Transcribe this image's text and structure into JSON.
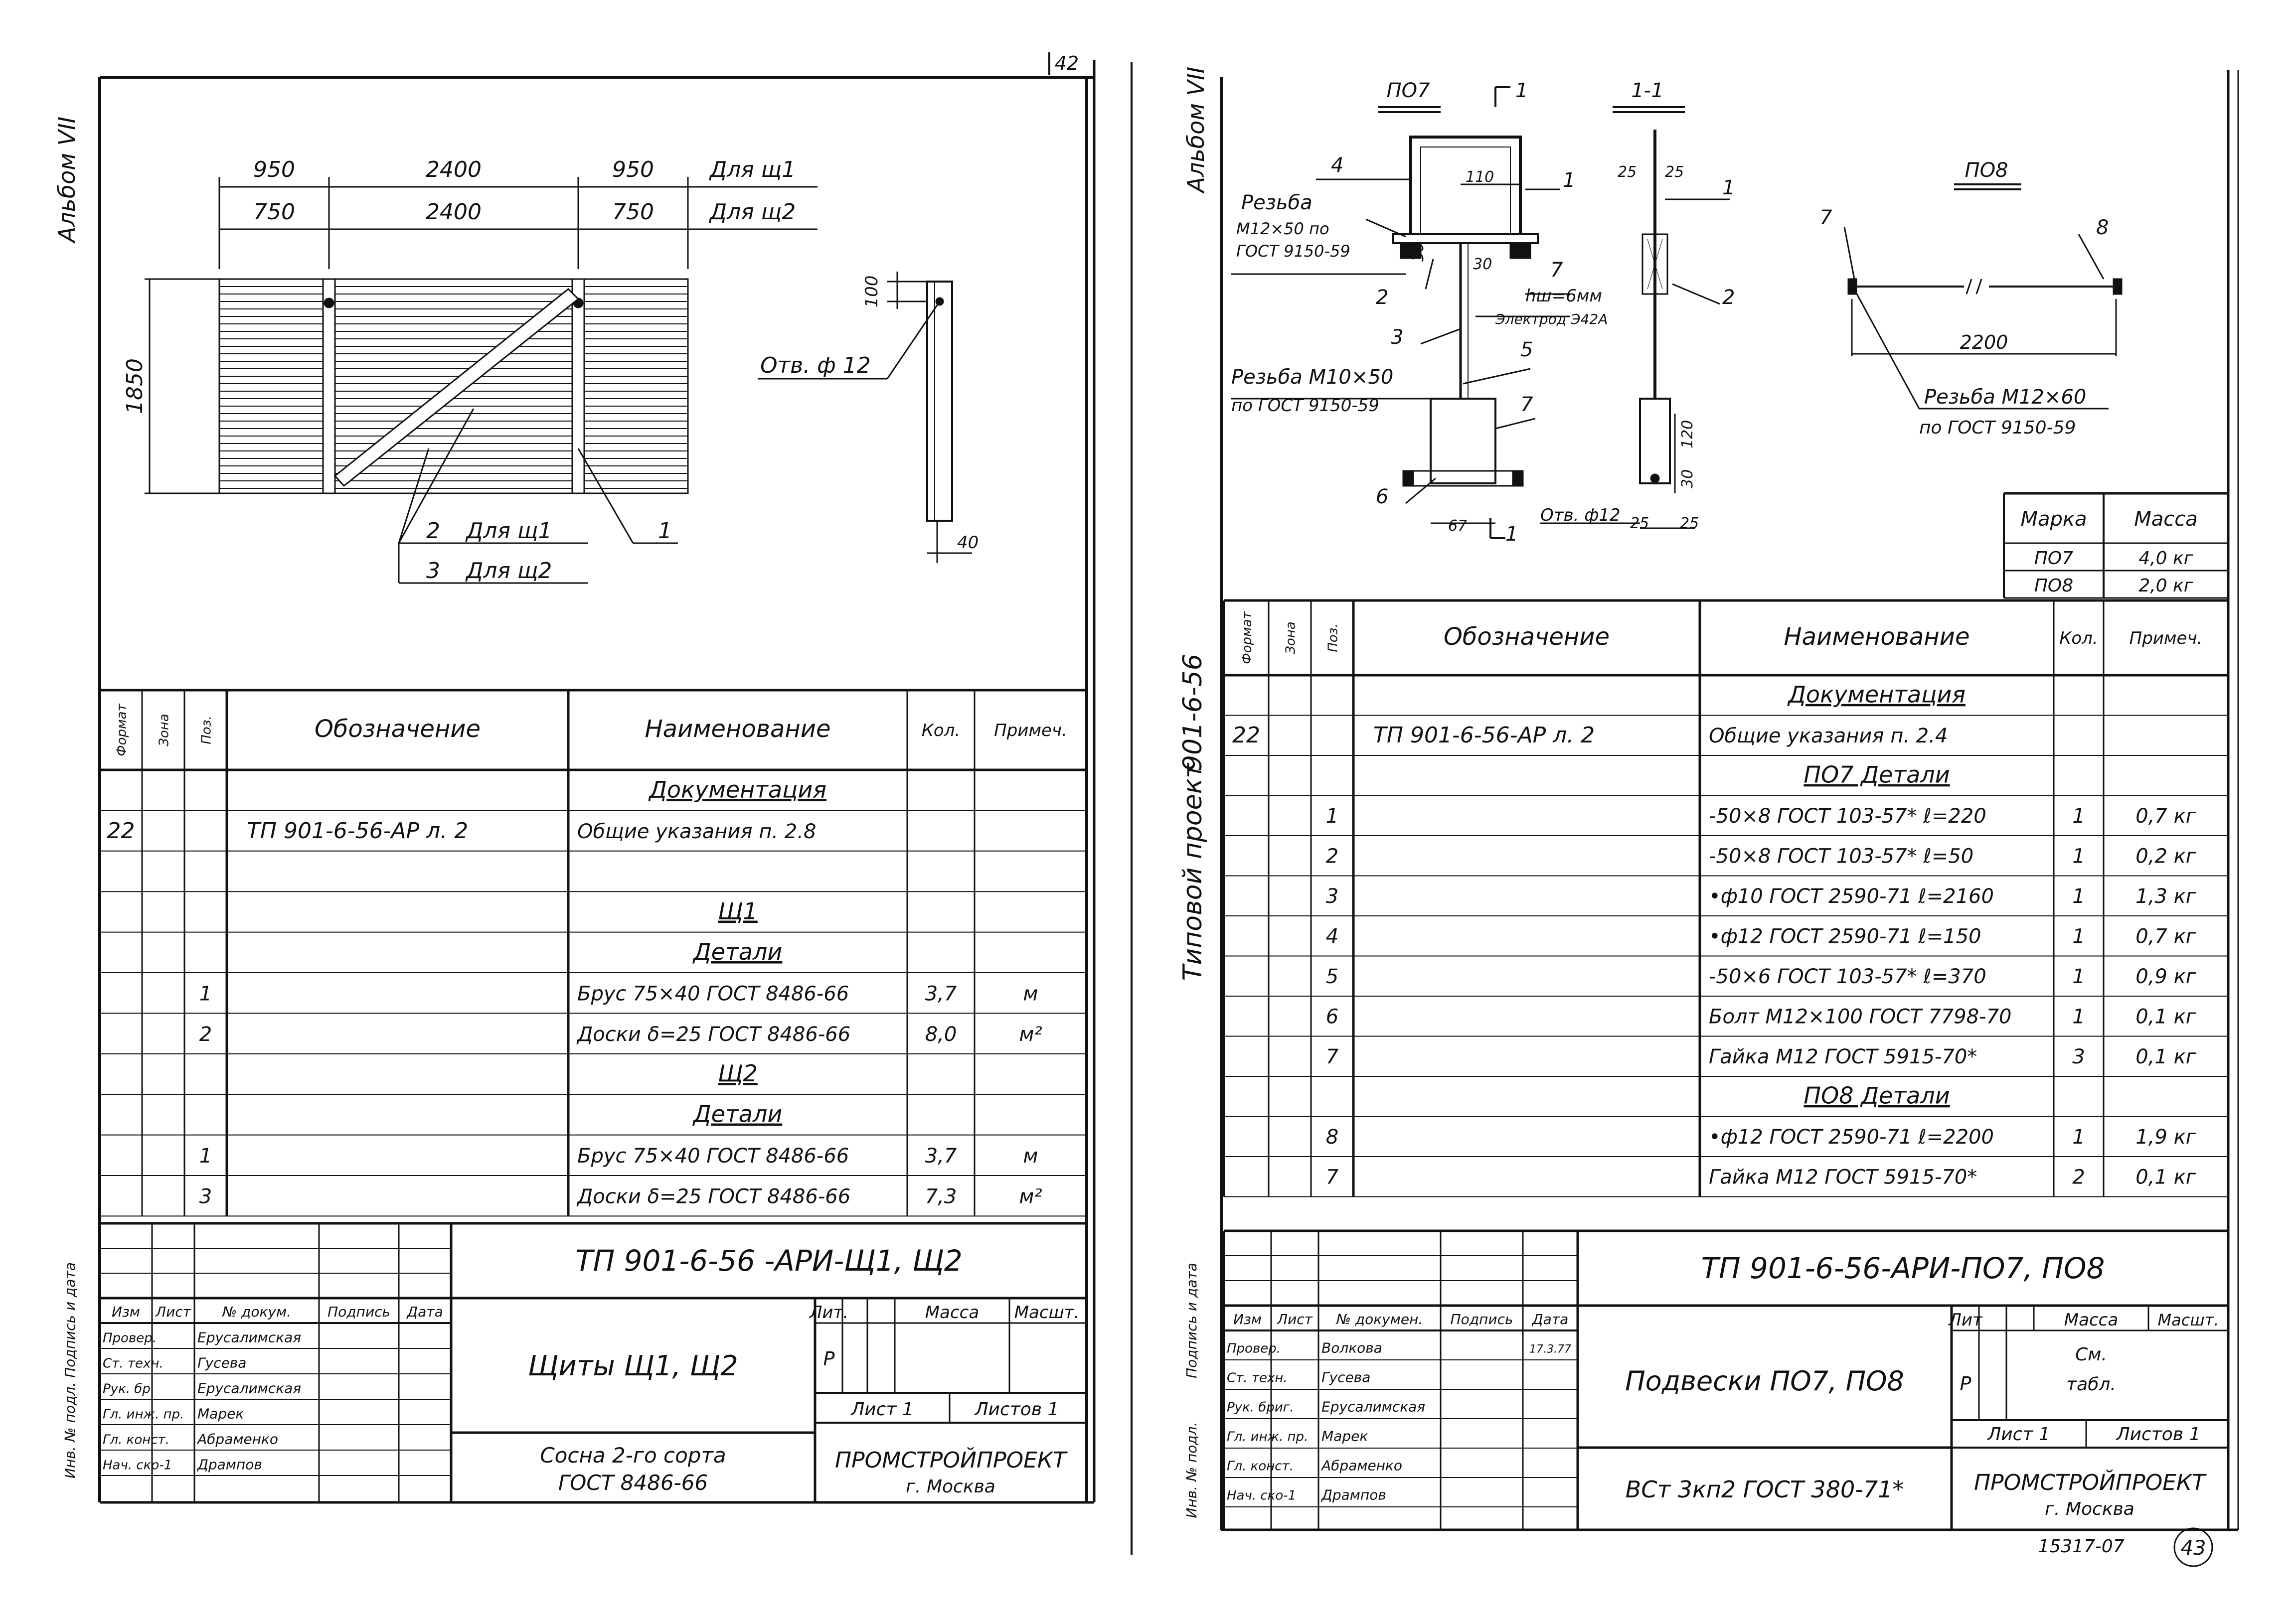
{
  "left": {
    "album": "Альбом VII",
    "page_no": "42",
    "drawing": {
      "dims_shch1": [
        "950",
        "2400",
        "950"
      ],
      "dims_shch2": [
        "750",
        "2400",
        "750"
      ],
      "for_shch1": "Для щ1",
      "for_shch2": "Для щ2",
      "height": "1850",
      "hole": "Отв. ф 12",
      "side_top": "100",
      "side_bottom": "40",
      "callouts": [
        {
          "n": "2",
          "t": "Для щ1"
        },
        {
          "n": "3",
          "t": "Для щ2"
        },
        {
          "n": "1",
          "t": ""
        }
      ]
    },
    "spec": {
      "headers": [
        "Формат",
        "Зона",
        "Поз.",
        "Обозначение",
        "Наименование",
        "Кол.",
        "Примеч."
      ],
      "rows": [
        {
          "f": "",
          "z": "",
          "p": "",
          "o": "",
          "n": "Документация",
          "k": "",
          "pr": "",
          "u": true
        },
        {
          "f": "22",
          "z": "",
          "p": "",
          "o": "ТП 901-6-56-АР л. 2",
          "n": "Общие указания п. 2.8",
          "k": "",
          "pr": "",
          "u": false
        },
        {
          "f": "",
          "z": "",
          "p": "",
          "o": "",
          "n": "",
          "k": "",
          "pr": "",
          "u": false
        },
        {
          "f": "",
          "z": "",
          "p": "",
          "o": "",
          "n": "Щ1",
          "k": "",
          "pr": "",
          "u": true
        },
        {
          "f": "",
          "z": "",
          "p": "",
          "o": "",
          "n": "Детали",
          "k": "",
          "pr": "",
          "u": true
        },
        {
          "f": "",
          "z": "",
          "p": "1",
          "o": "",
          "n": "Брус 75×40 ГОСТ 8486-66",
          "k": "3,7",
          "pr": "м",
          "u": false
        },
        {
          "f": "",
          "z": "",
          "p": "2",
          "o": "",
          "n": "Доски δ=25 ГОСТ 8486-66",
          "k": "8,0",
          "pr": "м²",
          "u": false
        },
        {
          "f": "",
          "z": "",
          "p": "",
          "o": "",
          "n": "Щ2",
          "k": "",
          "pr": "",
          "u": true
        },
        {
          "f": "",
          "z": "",
          "p": "",
          "o": "",
          "n": "Детали",
          "k": "",
          "pr": "",
          "u": true
        },
        {
          "f": "",
          "z": "",
          "p": "1",
          "o": "",
          "n": "Брус 75×40 ГОСТ 8486-66",
          "k": "3,7",
          "pr": "м",
          "u": false
        },
        {
          "f": "",
          "z": "",
          "p": "3",
          "o": "",
          "n": "Доски δ=25 ГОСТ 8486-66",
          "k": "7,3",
          "pr": "м²",
          "u": false
        }
      ]
    },
    "stamp": {
      "code": "ТП 901-6-56 -АРИ-Щ1, Щ2",
      "head": [
        "Изм",
        "Лист",
        "№ докум.",
        "Подпись",
        "Дата"
      ],
      "people": [
        {
          "role": "Провер.",
          "name": "Ерусалимская"
        },
        {
          "role": "Ст. техн.",
          "name": "Гусева"
        },
        {
          "role": "Рук. бр.",
          "name": "Ерусалимская"
        },
        {
          "role": "Гл. инж. пр.",
          "name": "Марек"
        },
        {
          "role": "Гл. конст.",
          "name": "Абраменко"
        },
        {
          "role": "Нач. ско-1",
          "name": "Дрампов"
        }
      ],
      "title": "Щиты Щ1, Щ2",
      "lit": "Лит.",
      "mass": "Масса",
      "scale": "Масшт.",
      "lit_value": "Р",
      "sheet": "Лист 1",
      "sheets": "Листов 1",
      "material_1": "Сосна 2-го сорта",
      "material_2": "ГОСТ 8486-66",
      "org": "ПРОМСТРОЙПРОЕКТ",
      "city": "г. Москва"
    },
    "side_label": "Инв. № подл. Подпись и дата"
  },
  "right": {
    "album": "Альбом VII",
    "series_1": "Типовой проект",
    "series_2": "901-6-56",
    "drawing": {
      "title_po7": "ПО7",
      "sec_mark": "1",
      "title_11": "1-1",
      "title_po8": "ПО8",
      "thread1_1": "Резьба",
      "thread1_2": "М12×50 по",
      "thread1_3": "ГОСТ 9150-59",
      "thread2_1": "Резьба М10×50",
      "thread2_2": "по ГОСТ 9150-59",
      "thread3_1": "Резьба М12×60",
      "thread3_2": "по ГОСТ 9150-59",
      "weld_1": "hш=6мм",
      "weld_2": "Электрод Э42А",
      "hole": "Отв. ф12",
      "d110": "110",
      "d30a": "30",
      "d30b": "30",
      "d25a": "25",
      "d25b": "25",
      "d25c": "25",
      "d25d": "25",
      "d120": "120",
      "d30c": "30",
      "d67": "67",
      "d2200": "2200",
      "pos": [
        "4",
        "1",
        "2",
        "7",
        "3",
        "5",
        "7",
        "6",
        "1",
        "2",
        "7",
        "8",
        "1"
      ]
    },
    "mass_table": {
      "h_mark": "Марка",
      "h_mass": "Масса",
      "rows": [
        {
          "m": "ПО7",
          "v": "4,0 кг"
        },
        {
          "m": "ПО8",
          "v": "2,0 кг"
        }
      ]
    },
    "spec": {
      "headers": [
        "Формат",
        "Зона",
        "Поз.",
        "Обозначение",
        "Наименование",
        "Кол.",
        "Примеч."
      ],
      "rows": [
        {
          "f": "",
          "z": "",
          "p": "",
          "o": "",
          "n": "Документация",
          "k": "",
          "pr": "",
          "u": true
        },
        {
          "f": "22",
          "z": "",
          "p": "",
          "o": "ТП 901-6-56-АР л. 2",
          "n": "Общие указания п. 2.4",
          "k": "",
          "pr": "",
          "u": false
        },
        {
          "f": "",
          "z": "",
          "p": "",
          "o": "",
          "n": "ПО7 Детали",
          "k": "",
          "pr": "",
          "u": true
        },
        {
          "f": "",
          "z": "",
          "p": "1",
          "o": "",
          "n": "-50×8 ГОСТ 103-57* ℓ=220",
          "k": "1",
          "pr": "0,7 кг",
          "u": false
        },
        {
          "f": "",
          "z": "",
          "p": "2",
          "o": "",
          "n": "-50×8 ГОСТ 103-57* ℓ=50",
          "k": "1",
          "pr": "0,2 кг",
          "u": false
        },
        {
          "f": "",
          "z": "",
          "p": "3",
          "o": "",
          "n": "•ф10 ГОСТ 2590-71 ℓ=2160",
          "k": "1",
          "pr": "1,3 кг",
          "u": false
        },
        {
          "f": "",
          "z": "",
          "p": "4",
          "o": "",
          "n": "•ф12 ГОСТ 2590-71 ℓ=150",
          "k": "1",
          "pr": "0,7 кг",
          "u": false
        },
        {
          "f": "",
          "z": "",
          "p": "5",
          "o": "",
          "n": "-50×6 ГОСТ 103-57* ℓ=370",
          "k": "1",
          "pr": "0,9 кг",
          "u": false
        },
        {
          "f": "",
          "z": "",
          "p": "6",
          "o": "",
          "n": "Болт М12×100 ГОСТ 7798-70",
          "k": "1",
          "pr": "0,1 кг",
          "u": false
        },
        {
          "f": "",
          "z": "",
          "p": "7",
          "o": "",
          "n": "Гайка М12 ГОСТ 5915-70*",
          "k": "3",
          "pr": "0,1 кг",
          "u": false
        },
        {
          "f": "",
          "z": "",
          "p": "",
          "o": "",
          "n": "ПО8 Детали",
          "k": "",
          "pr": "",
          "u": true
        },
        {
          "f": "",
          "z": "",
          "p": "8",
          "o": "",
          "n": "•ф12 ГОСТ 2590-71 ℓ=2200",
          "k": "1",
          "pr": "1,9 кг",
          "u": false
        },
        {
          "f": "",
          "z": "",
          "p": "7",
          "o": "",
          "n": "Гайка М12 ГОСТ 5915-70*",
          "k": "2",
          "pr": "0,1 кг",
          "u": false
        }
      ]
    },
    "stamp": {
      "code": "ТП 901-6-56-АРИ-ПО7, ПО8",
      "head": [
        "Изм",
        "Лист",
        "№ докумен.",
        "Подпись",
        "Дата"
      ],
      "people": [
        {
          "role": "Провер.",
          "name": "Волкова",
          "date": "17.3.77"
        },
        {
          "role": "Ст. техн.",
          "name": "Гусева",
          "date": ""
        },
        {
          "role": "Рук. бриг.",
          "name": "Ерусалимская",
          "date": ""
        },
        {
          "role": "Гл. инж. пр.",
          "name": "Марек",
          "date": ""
        },
        {
          "role": "Гл. конст.",
          "name": "Абраменко",
          "date": ""
        },
        {
          "role": "Нач. ско-1",
          "name": "Дрампов",
          "date": ""
        }
      ],
      "title": "Подвески ПО7, ПО8",
      "lit": "Лит",
      "mass": "Масса",
      "scale": "Масшт.",
      "lit_value": "Р",
      "mass_1": "См.",
      "mass_2": "табл.",
      "sheet": "Лист 1",
      "sheets": "Листов 1",
      "material": "ВСт 3кп2 ГОСТ 380-71*",
      "org": "ПРОМСТРОЙПРОЕКТ",
      "city": "г. Москва",
      "footer_code": "15317-07",
      "page_no": "43"
    },
    "side_label_1": "Подпись и дата",
    "side_label_2": "Инв. № подл."
  }
}
